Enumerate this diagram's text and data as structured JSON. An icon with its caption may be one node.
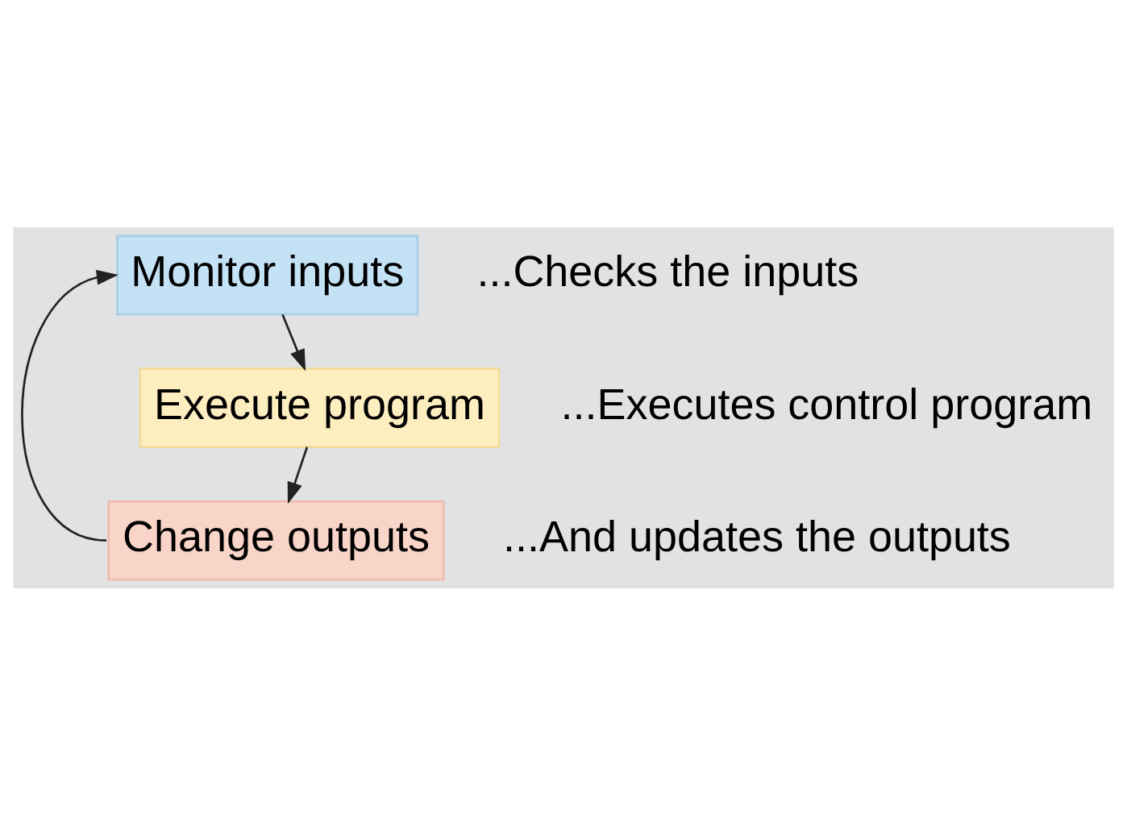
{
  "diagram": {
    "nodes": [
      {
        "text": [
          "Monitor inputs"
        ],
        "beside": [
          "...Checks the inputs"
        ]
      },
      {
        "text": [
          "Execute program"
        ],
        "beside": [
          "...Executes control program"
        ]
      },
      {
        "text": [
          "Change outputs"
        ],
        "beside": [
          "...And updates the outputs"
        ]
      }
    ],
    "edges": [
      {
        "from": 0,
        "to": 1,
        "arrow": "to"
      },
      {
        "from": 1,
        "to": 2,
        "arrow": "to"
      },
      {
        "from": 2,
        "to": 0,
        "arrow": "to"
      }
    ]
  }
}
